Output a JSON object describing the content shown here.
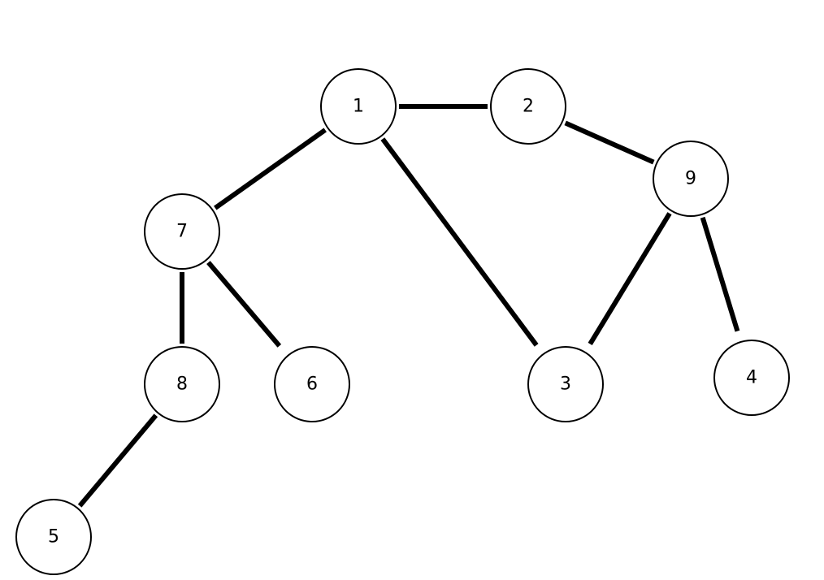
{
  "graph": {
    "nodes": [
      {
        "id": "1",
        "label": "1"
      },
      {
        "id": "2",
        "label": "2"
      },
      {
        "id": "9",
        "label": "9"
      },
      {
        "id": "7",
        "label": "7"
      },
      {
        "id": "8",
        "label": "8"
      },
      {
        "id": "6",
        "label": "6"
      },
      {
        "id": "3",
        "label": "3"
      },
      {
        "id": "4",
        "label": "4"
      },
      {
        "id": "5",
        "label": "5"
      }
    ],
    "edges": [
      {
        "from": "1",
        "to": "2"
      },
      {
        "from": "2",
        "to": "9"
      },
      {
        "from": "1",
        "to": "7"
      },
      {
        "from": "1",
        "to": "3"
      },
      {
        "from": "9",
        "to": "3"
      },
      {
        "from": "9",
        "to": "4"
      },
      {
        "from": "7",
        "to": "8"
      },
      {
        "from": "7",
        "to": "6"
      },
      {
        "from": "8",
        "to": "5"
      }
    ]
  },
  "colors": {
    "stroke": "#000000",
    "fill": "#ffffff",
    "background": "#ffffff"
  }
}
